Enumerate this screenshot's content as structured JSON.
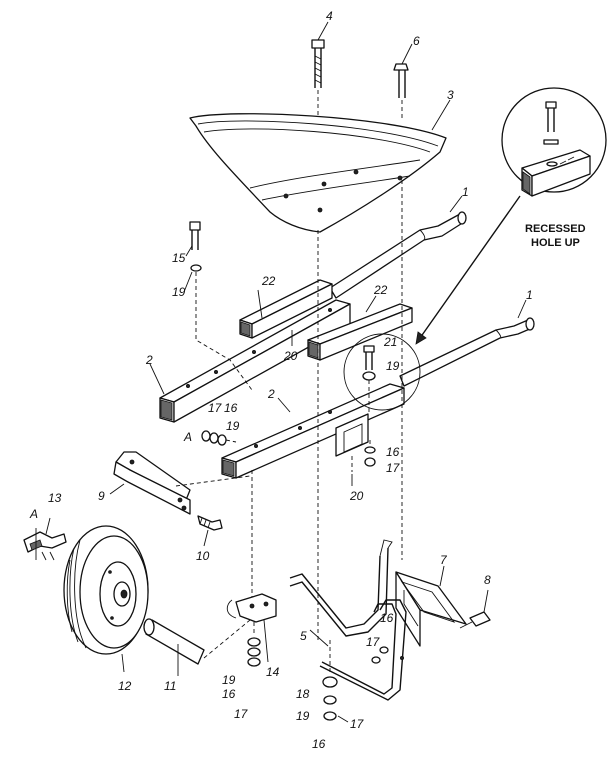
{
  "callouts": {
    "inset_note": "RECESSED\nHOLE UP",
    "p1a": "1",
    "p1b": "1",
    "p2a": "2",
    "p2b": "2",
    "p3": "3",
    "p4": "4",
    "p5": "5",
    "p6": "6",
    "p7": "7",
    "p8": "8",
    "p9": "9",
    "p10": "10",
    "p11": "11",
    "p12": "12",
    "p13": "13",
    "p14": "14",
    "p15": "15",
    "p16a": "16",
    "p16b": "16",
    "p16c": "16",
    "p16d": "16",
    "p16e": "16",
    "p17a": "17",
    "p17b": "17",
    "p17c": "17",
    "p17d": "17",
    "p17e": "17",
    "p18": "18",
    "p19a": "19",
    "p19b": "19",
    "p19c": "19",
    "p19d": "19",
    "p19e": "19",
    "p20a": "20",
    "p20b": "20",
    "p21": "21",
    "p22a": "22",
    "p22b": "22",
    "refA1": "A",
    "refA2": "A"
  }
}
